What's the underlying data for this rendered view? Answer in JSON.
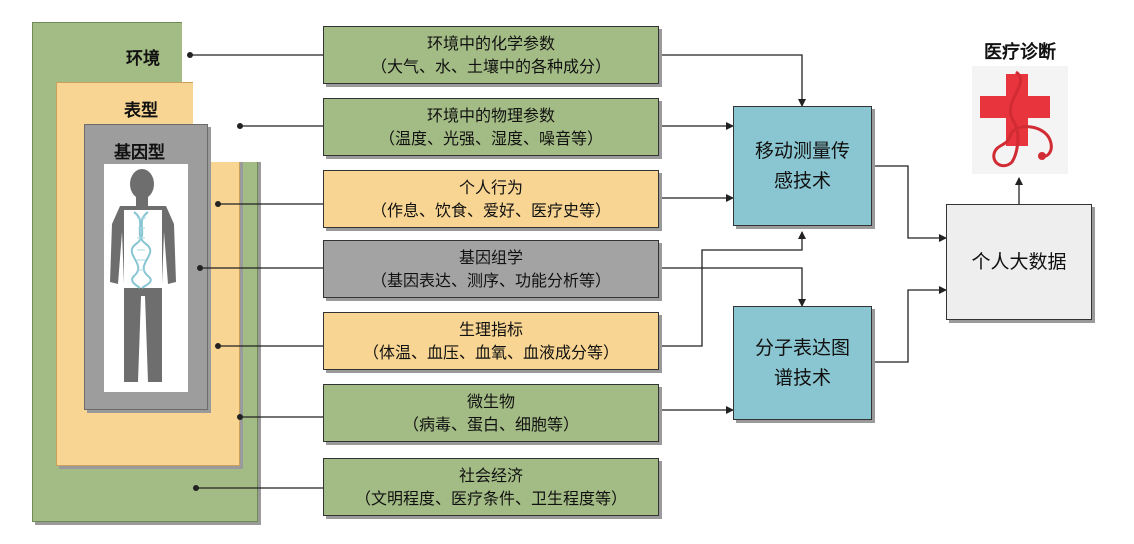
{
  "layers": {
    "environment": "环境",
    "phenotype": "表型",
    "genotype": "基因型"
  },
  "factors": [
    {
      "title": "环境中的化学参数",
      "detail": "（大气、水、土壤中的各种成分）",
      "color": "#a3bb84"
    },
    {
      "title": "环境中的物理参数",
      "detail": "（温度、光强、湿度、噪音等）",
      "color": "#a3bb84"
    },
    {
      "title": "个人行为",
      "detail": "（作息、饮食、爱好、医疗史等）",
      "color": "#f8d592"
    },
    {
      "title": "基因组学",
      "detail": "（基因表达、测序、功能分析等）",
      "color": "#a3a3a3"
    },
    {
      "title": "生理指标",
      "detail": "（体温、血压、血氧、血液成分等）",
      "color": "#f8d592"
    },
    {
      "title": "微生物",
      "detail": "（病毒、蛋白、细胞等）",
      "color": "#a3bb84"
    },
    {
      "title": "社会经济",
      "detail": "（文明程度、医疗条件、卫生程度等）",
      "color": "#a3bb84"
    }
  ],
  "technologies": {
    "mobile_sensing_line1": "移动测量传",
    "mobile_sensing_line2": "感技术",
    "molecular_line1": "分子表达图",
    "molecular_line2": "谱技术"
  },
  "big_data": "个人大数据",
  "diagnosis": {
    "title": "医疗诊断",
    "icon": "red-cross-stethoscope-icon"
  }
}
